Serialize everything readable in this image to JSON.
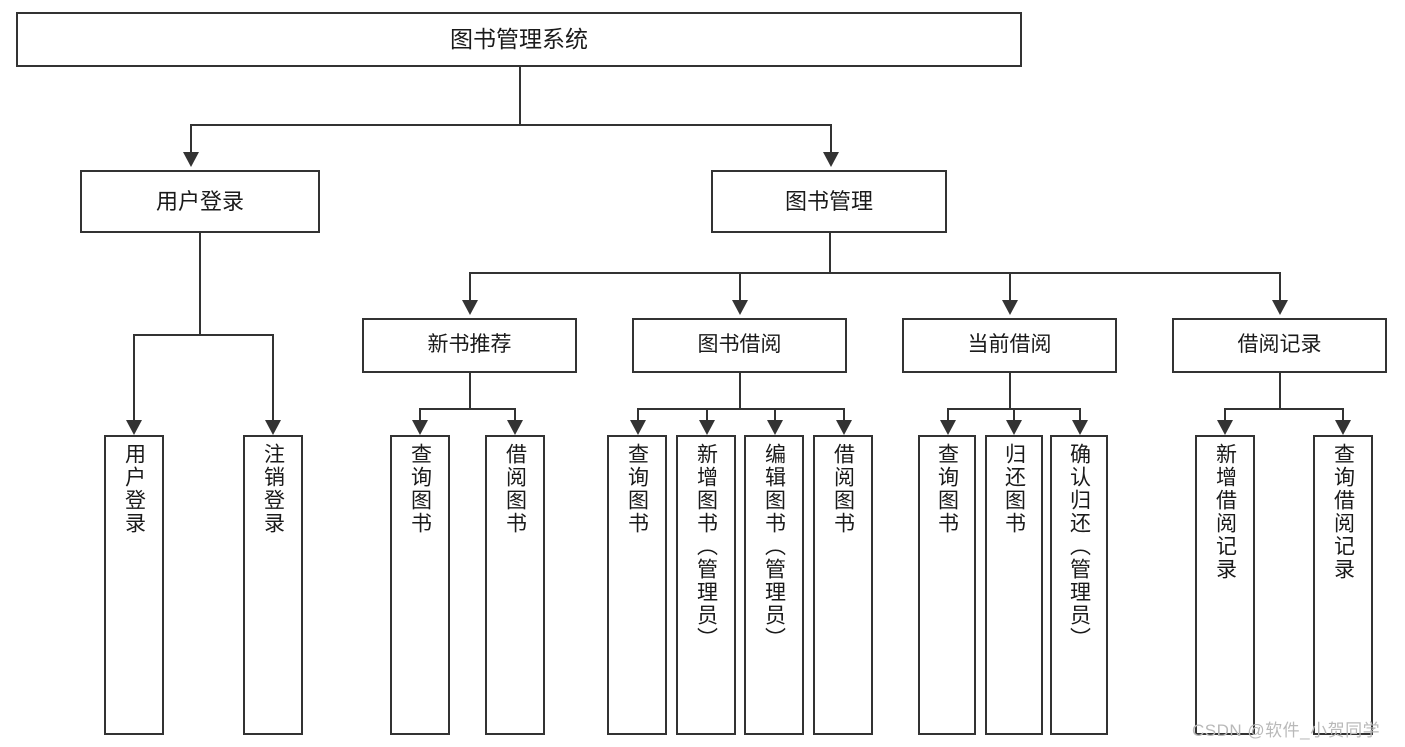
{
  "diagram": {
    "type": "tree-hierarchy-functional-decomposition",
    "title": "图书管理系统",
    "root": {
      "id": "root",
      "label": "图书管理系统"
    },
    "level1": [
      {
        "id": "user-login",
        "label": "用户登录"
      },
      {
        "id": "book-management",
        "label": "图书管理"
      }
    ],
    "level2": [
      {
        "id": "new-book-recommend",
        "label": "新书推荐",
        "parent": "book-management"
      },
      {
        "id": "book-borrow",
        "label": "图书借阅",
        "parent": "book-management"
      },
      {
        "id": "current-borrow",
        "label": "当前借阅",
        "parent": "book-management"
      },
      {
        "id": "borrow-record",
        "label": "借阅记录",
        "parent": "book-management"
      }
    ],
    "leaves": [
      {
        "id": "leaf-user-login",
        "label": "用户登录",
        "parent": "user-login"
      },
      {
        "id": "leaf-user-logout",
        "label": "注销登录",
        "parent": "user-login"
      },
      {
        "id": "leaf-query-book-1",
        "label": "查询图书",
        "parent": "new-book-recommend"
      },
      {
        "id": "leaf-borrow-book-1",
        "label": "借阅图书",
        "parent": "new-book-recommend"
      },
      {
        "id": "leaf-query-book-2",
        "label": "查询图书",
        "parent": "book-borrow"
      },
      {
        "id": "leaf-add-book",
        "label": "新增图书（管理员）",
        "parent": "book-borrow"
      },
      {
        "id": "leaf-edit-book",
        "label": "编辑图书（管理员）",
        "parent": "book-borrow"
      },
      {
        "id": "leaf-borrow-book-2",
        "label": "借阅图书",
        "parent": "book-borrow"
      },
      {
        "id": "leaf-query-book-3",
        "label": "查询图书",
        "parent": "current-borrow"
      },
      {
        "id": "leaf-return-book",
        "label": "归还图书",
        "parent": "current-borrow"
      },
      {
        "id": "leaf-confirm-return",
        "label": "确认归还（管理员）",
        "parent": "current-borrow"
      },
      {
        "id": "leaf-add-record",
        "label": "新增借阅记录",
        "parent": "borrow-record"
      },
      {
        "id": "leaf-query-record",
        "label": "查询借阅记录",
        "parent": "borrow-record"
      }
    ],
    "colors": {
      "stroke": "#333333",
      "fill": "#ffffff",
      "text": "#1a1a1a",
      "watermark": "#b9b9b9"
    }
  },
  "watermark": {
    "text": "CSDN @软件_小贺同学"
  }
}
